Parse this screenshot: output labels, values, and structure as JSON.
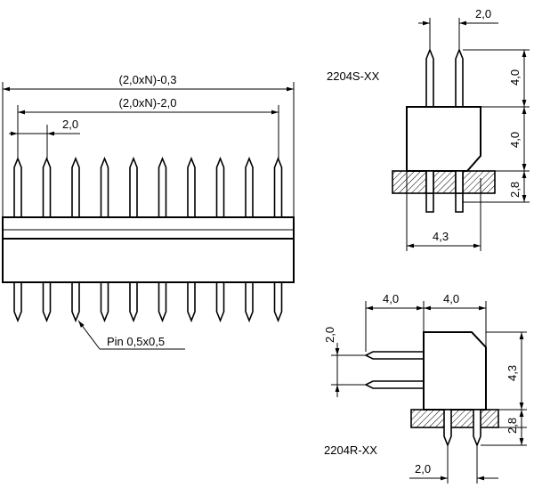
{
  "front_view": {
    "dim_overall": "(2,0xN)-0,3",
    "dim_pin_span": "(2,0xN)-2,0",
    "dim_pitch": "2,0",
    "pin_callout": "Pin 0,5x0,5"
  },
  "side_view_straight": {
    "label": "2204S-XX",
    "dim_pitch": "2,0",
    "dim_top_pin": "4,0",
    "dim_body": "4,0",
    "dim_base": "2,8",
    "dim_width": "4,3"
  },
  "side_view_right_angle": {
    "label": "2204R-XX",
    "dim_left": "4,0",
    "dim_right": "4,0",
    "dim_pitch_vertical": "2,0",
    "dim_body_height": "4,3",
    "dim_base": "2,8",
    "dim_pitch_bottom": "2,0"
  }
}
